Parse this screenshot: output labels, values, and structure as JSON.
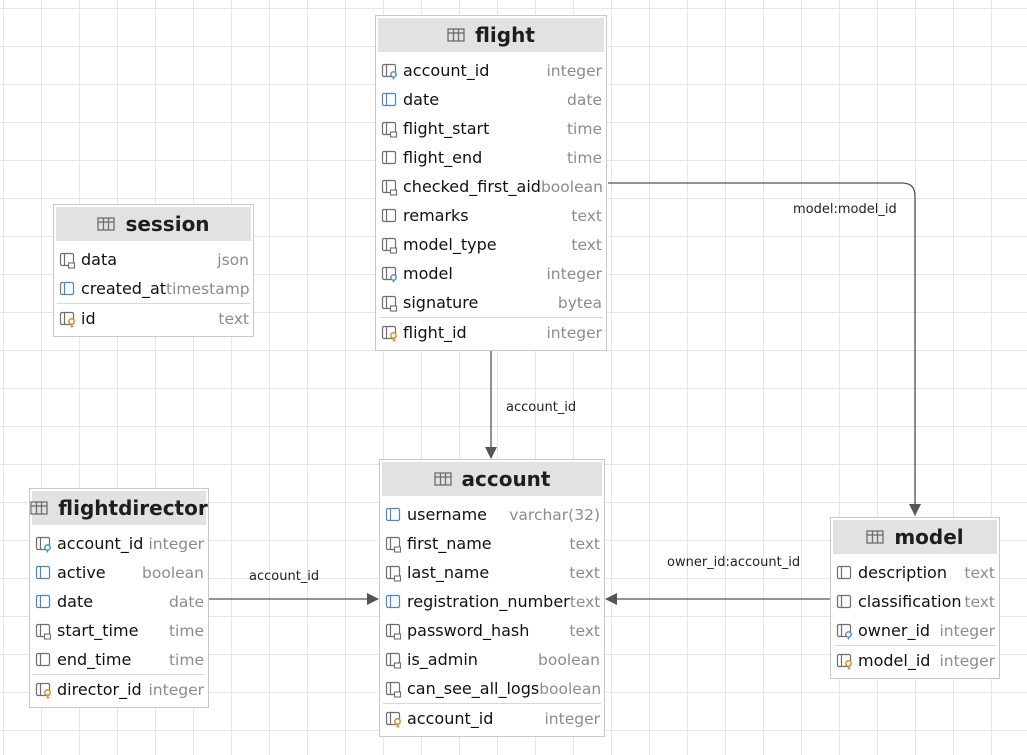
{
  "tables": {
    "flight": {
      "title": "flight",
      "columns": [
        {
          "name": "account_id",
          "type": "integer",
          "icon": "foreign-key-column-icon"
        },
        {
          "name": "date",
          "type": "date",
          "icon": "indexed-column-icon"
        },
        {
          "name": "flight_start",
          "type": "time",
          "icon": "not-null-column-icon"
        },
        {
          "name": "flight_end",
          "type": "time",
          "icon": "column-icon"
        },
        {
          "name": "checked_first_aid",
          "type": "boolean",
          "icon": "not-null-column-icon"
        },
        {
          "name": "remarks",
          "type": "text",
          "icon": "column-icon"
        },
        {
          "name": "model_type",
          "type": "text",
          "icon": "not-null-column-icon"
        },
        {
          "name": "model",
          "type": "integer",
          "icon": "foreign-key-column-icon"
        },
        {
          "name": "signature",
          "type": "bytea",
          "icon": "not-null-column-icon"
        }
      ],
      "key_column": {
        "name": "flight_id",
        "type": "integer",
        "icon": "primary-key-column-icon"
      }
    },
    "session": {
      "title": "session",
      "columns": [
        {
          "name": "data",
          "type": "json",
          "icon": "not-null-column-icon"
        },
        {
          "name": "created_at",
          "type": "timestamp",
          "icon": "indexed-column-icon"
        }
      ],
      "key_column": {
        "name": "id",
        "type": "text",
        "icon": "primary-key-column-icon"
      }
    },
    "account": {
      "title": "account",
      "columns": [
        {
          "name": "username",
          "type": "varchar(32)",
          "icon": "indexed-column-icon"
        },
        {
          "name": "first_name",
          "type": "text",
          "icon": "not-null-column-icon"
        },
        {
          "name": "last_name",
          "type": "text",
          "icon": "not-null-column-icon"
        },
        {
          "name": "registration_number",
          "type": "text",
          "icon": "indexed-column-icon"
        },
        {
          "name": "password_hash",
          "type": "text",
          "icon": "not-null-column-icon"
        },
        {
          "name": "is_admin",
          "type": "boolean",
          "icon": "not-null-column-icon"
        },
        {
          "name": "can_see_all_logs",
          "type": "boolean",
          "icon": "not-null-column-icon"
        }
      ],
      "key_column": {
        "name": "account_id",
        "type": "integer",
        "icon": "primary-key-column-icon"
      }
    },
    "flightdirector": {
      "title": "flightdirector",
      "columns": [
        {
          "name": "account_id",
          "type": "integer",
          "icon": "foreign-key-column-icon"
        },
        {
          "name": "active",
          "type": "boolean",
          "icon": "indexed-column-icon"
        },
        {
          "name": "date",
          "type": "date",
          "icon": "indexed-column-icon"
        },
        {
          "name": "start_time",
          "type": "time",
          "icon": "not-null-column-icon"
        },
        {
          "name": "end_time",
          "type": "time",
          "icon": "column-icon"
        }
      ],
      "key_column": {
        "name": "director_id",
        "type": "integer",
        "icon": "primary-key-column-icon"
      }
    },
    "model": {
      "title": "model",
      "columns": [
        {
          "name": "description",
          "type": "text",
          "icon": "column-icon"
        },
        {
          "name": "classification",
          "type": "text",
          "icon": "column-icon"
        },
        {
          "name": "owner_id",
          "type": "integer",
          "icon": "foreign-key-column-icon"
        }
      ],
      "key_column": {
        "name": "model_id",
        "type": "integer",
        "icon": "primary-key-column-icon"
      }
    }
  },
  "relations": [
    {
      "label": "model:model_id",
      "from": "flight",
      "to": "model"
    },
    {
      "label": "account_id",
      "from": "flight",
      "to": "account"
    },
    {
      "label": "account_id",
      "from": "flightdirector",
      "to": "account"
    },
    {
      "label": "owner_id:account_id",
      "from": "model",
      "to": "account"
    }
  ],
  "colors": {
    "header_bg": "#e2e2e2",
    "border": "#c9c9c9",
    "type_text": "#8c8c8c",
    "key_accent": "#4a86c8",
    "pk_accent": "#e08a2e",
    "edge": "#555555"
  }
}
